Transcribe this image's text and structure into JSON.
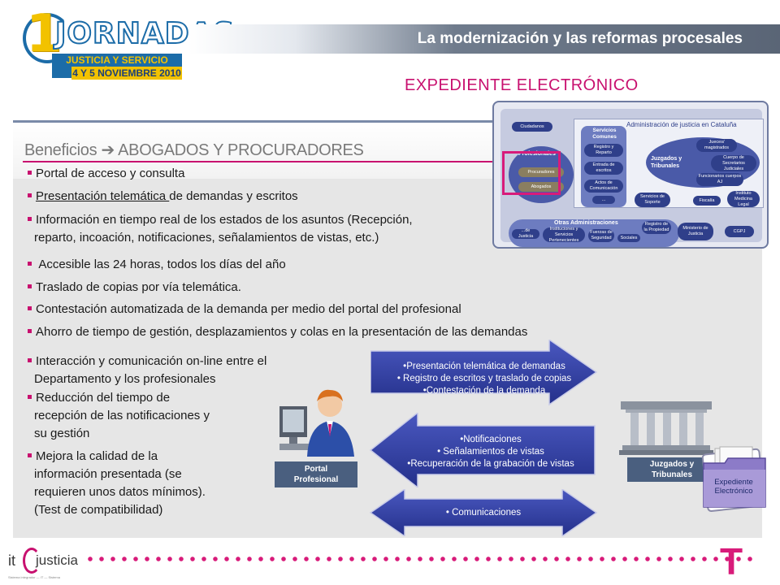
{
  "header": {
    "logo_number": "1",
    "logo_word": "JORNADAS",
    "logo_subtitle": "JUSTICIA Y SERVICIO PÚBLICO",
    "logo_date": "4 Y 5 NOVIEMBRE 2010",
    "banner": "La modernización y las reformas procesales"
  },
  "doc_title": "EXPEDIENTE ELECTRÓNICO",
  "section_title": "Beneficios ➔ ABOGADOS Y PROCURADORES",
  "bullets": {
    "b1": "Portal de acceso y consulta",
    "b2_underlined": "Presentación telemática ",
    "b2_rest": "de demandas y escritos",
    "b3_line1": "Información en tiempo real de los estados de los asuntos (Recepción,",
    "b3_line2": "reparto, incoación, notificaciones, señalamientos de vistas, etc.)",
    "b4": " Accesible las 24 horas, todos los días del año",
    "b5": "Traslado de copias por vía telemática.",
    "b6": "Contestación automatizada de la demanda per medio del portal del profesional",
    "b7": "Ahorro de tiempo de gestión, desplazamientos y colas en la presentación de las demandas",
    "b8_line1": "Interacción y comunicación on-line entre el",
    "b8_line2": "Departamento y los profesionales",
    "b9_line1": "Reducción del tiempo de",
    "b9_line2": "recepción de las notificaciones y",
    "b9_line3": "su  gestión",
    "b10_line1": "Mejora la calidad de la",
    "b10_line2": "información presentada (se",
    "b10_line3": "requieren unos datos mínimos).",
    "b10_line4": "(Test de compatibilidad)"
  },
  "diagram": {
    "admin_title": "Administración de justicia en Cataluña",
    "ciudadanos": "Ciudadanos",
    "profesionales": "Profesionales",
    "procuradores": "Procuradores",
    "abogados": "Abogados",
    "servicios_comunes": "Servicios Comunes",
    "registro": "Registro y Reparto",
    "entrada": "Entrada de escritos",
    "actos": "Actos de Comunicación",
    "ellipsis": "...",
    "juzgados": "Juzgados y Tribunales",
    "jueces": "Jueces/ magistrados",
    "cuerpo": "Cuerpo de Secretarios Judiciales",
    "funcionarios": "Funcionarios cuerpos AJ",
    "servicios_soporte": "Servicios de Soporte",
    "fiscalia": "Fiscalía",
    "instituto": "Instituto Medicina Legal",
    "otras": "Otras Administraciones",
    "otras_items": [
      "...de Justicia",
      "Instituciones y Servicios Pertenecientes",
      "Fuerzas de Seguridad",
      "Sociales",
      "Registro de la Propiedad"
    ],
    "ministerio": "Ministerio de Justicia",
    "cgpj": "CGPJ"
  },
  "arrows": {
    "a1": [
      "•Presentación telemática de demandas",
      "• Registro de escritos y traslado de copias",
      "•Contestación de la demanda"
    ],
    "a2": [
      "•Notificaciones",
      "• Señalamientos de vistas",
      "•Recuperación de la grabación de vistas"
    ],
    "a3": [
      "• Comunicaciones"
    ]
  },
  "portal_label": [
    "Portal",
    "Profesional"
  ],
  "juzgados_label": [
    "Juzgados y",
    "Tribunales"
  ],
  "expediente_label": [
    "Expediente",
    "Electrónico"
  ],
  "footer": {
    "it_logo": "it",
    "justicia_logo": "justicia",
    "it_tagline": "Sistema integrador — IT — Sistema",
    "t_logo": "T"
  },
  "colors": {
    "magenta": "#c8106f",
    "navy_arrow": "#2e3a9a",
    "gray_bg": "#e6e6e6",
    "label_slate": "#4a5f7f",
    "logo_blue": "#1c6ca8",
    "logo_yellow": "#f2c200"
  }
}
